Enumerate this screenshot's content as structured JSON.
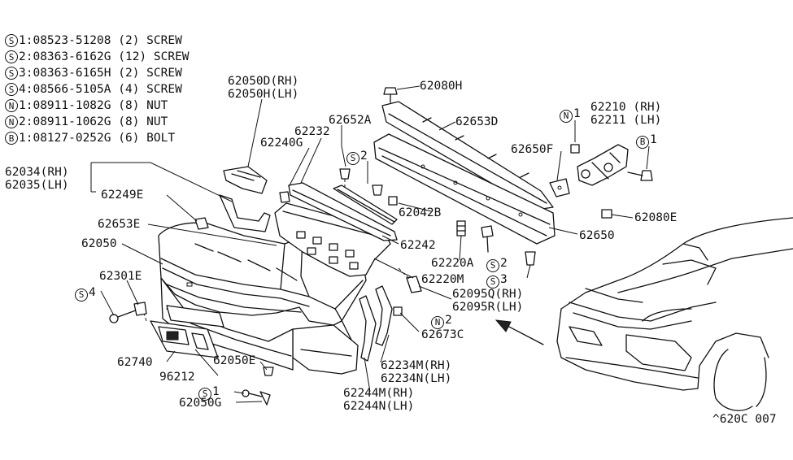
{
  "legend": [
    {
      "sym": "S",
      "num": "1",
      "part": "08523-51208",
      "qty": "(2)",
      "desc": "SCREW"
    },
    {
      "sym": "S",
      "num": "2",
      "part": "08363-6162G",
      "qty": "(12)",
      "desc": "SCREW"
    },
    {
      "sym": "S",
      "num": "3",
      "part": "08363-6165H",
      "qty": "(2)",
      "desc": "SCREW"
    },
    {
      "sym": "S",
      "num": "4",
      "part": "08566-5105A",
      "qty": "(4)",
      "desc": "SCREW"
    },
    {
      "sym": "N",
      "num": "1",
      "part": "08911-1082G",
      "qty": "(8)",
      "desc": "NUT"
    },
    {
      "sym": "N",
      "num": "2",
      "part": "08911-1062G",
      "qty": "(8)",
      "desc": "NUT"
    },
    {
      "sym": "B",
      "num": "1",
      "part": "08127-0252G",
      "qty": "(6)",
      "desc": "BOLT"
    }
  ],
  "callouts": {
    "p62050d": "62050D(RH)",
    "p62050h": "62050H(LH)",
    "p62080h": "62080H",
    "p62652a": "62652A",
    "p62232": "62232",
    "p62240g": "62240G",
    "p62653d": "62653D",
    "n1_top_sym": "N",
    "n1_top_num": "1",
    "p62210": "62210 (RH)",
    "p62211": "62211 (LH)",
    "p62650f": "62650F",
    "b1_sym": "B",
    "b1_num": "1",
    "s2_top_sym": "S",
    "s2_top_num": "2",
    "p62034": "62034(RH)",
    "p62035": "62035(LH)",
    "p62249e": "62249E",
    "p62042b": "62042B",
    "p62080e": "62080E",
    "p62653e": "62653E",
    "p62650": "62650",
    "p62242": "62242",
    "p62050": "62050",
    "p62220a": "62220A",
    "s2_mid_sym": "S",
    "s2_mid_num": "2",
    "p62220m": "62220M",
    "s3_sym": "S",
    "s3_num": "3",
    "p62301e": "62301E",
    "p62095q": "62095Q(RH)",
    "p62095r": "62095R(LH)",
    "s4_sym": "S",
    "s4_num": "4",
    "n2_sym": "N",
    "n2_num": "2",
    "p62673c": "62673C",
    "p62740": "62740",
    "p62050e": "62050E",
    "p62234m": "62234M(RH)",
    "p62234n": "62234N(LH)",
    "p96212": "96212",
    "s1_sym": "S",
    "s1_num": "1",
    "p62244m": "62244M(RH)",
    "p62244n": "62244N(LH)",
    "p62050g": "62050G",
    "figure_code": "^620C 007"
  }
}
